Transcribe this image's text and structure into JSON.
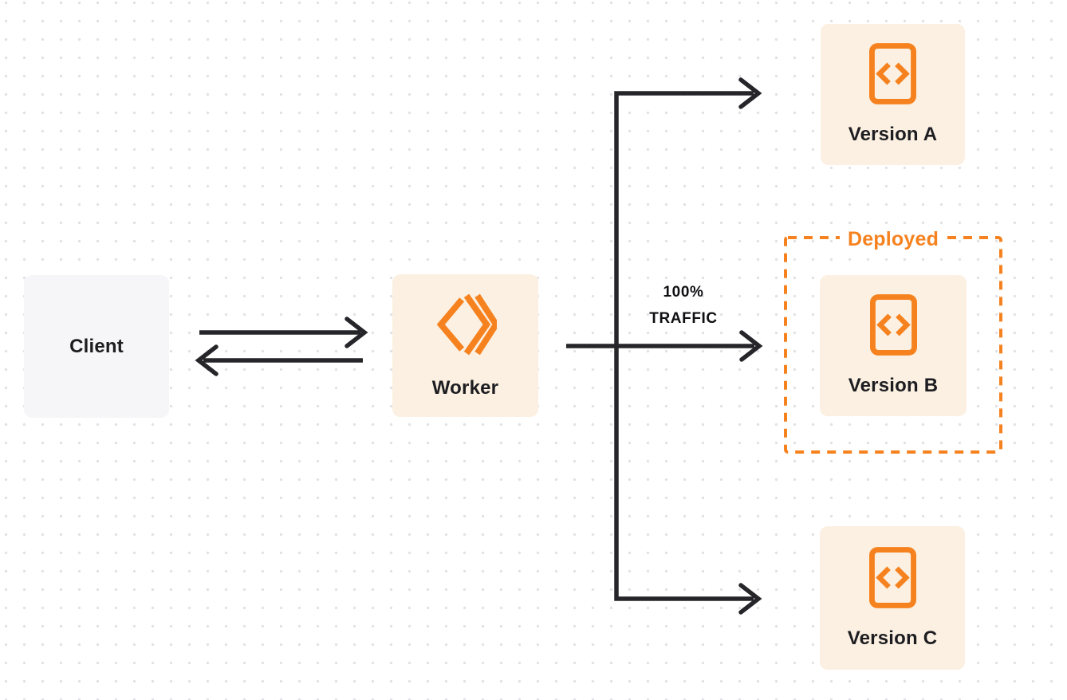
{
  "title": "Worker traffic routing diagram",
  "colors": {
    "orange": "#F6821F",
    "cream": "#FBF0E1",
    "graybox": "#F6F6F8",
    "ink": "#26262A",
    "label": "#1D1D21",
    "dot": "#E2E2E6",
    "bg": "#FFFFFF"
  },
  "nodes": {
    "client": {
      "label": "Client"
    },
    "worker": {
      "label": "Worker",
      "icon": "cloudflare-workers-logo-icon"
    },
    "version_a": {
      "label": "Version A",
      "icon": "code-file-icon"
    },
    "version_b": {
      "label": "Version B",
      "icon": "code-file-icon"
    },
    "version_c": {
      "label": "Version C",
      "icon": "code-file-icon"
    }
  },
  "deployed_group": {
    "label": "Deployed",
    "contains": "version_b",
    "style": "orange-dashed"
  },
  "traffic_label": {
    "line1": "100%",
    "line2": "TRAFFIC"
  },
  "edges": [
    {
      "from": "client",
      "to": "worker",
      "direction": "right"
    },
    {
      "from": "worker",
      "to": "client",
      "direction": "left"
    },
    {
      "from": "worker",
      "to": "version_b",
      "label": "100% TRAFFIC"
    },
    {
      "from": "worker",
      "to": "version_a",
      "via": "vertical-branch"
    },
    {
      "from": "worker",
      "to": "version_c",
      "via": "vertical-branch"
    }
  ]
}
